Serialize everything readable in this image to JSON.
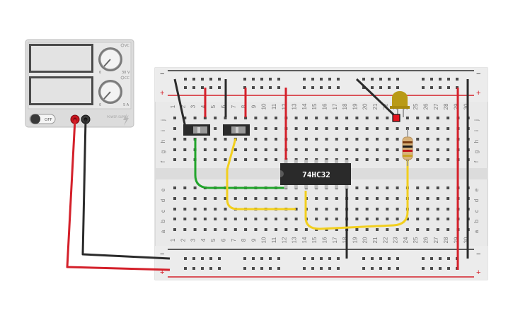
{
  "power_supply": {
    "switch_label": "OFF",
    "knob_voltage_label": "30 V",
    "knob_current_label": "5 A",
    "knob_min_label": "0",
    "brand_text": "POWER SUPPLY",
    "vc_label": "VC",
    "cc_label": "CC"
  },
  "chip": {
    "label": "74HC32"
  },
  "breadboard": {
    "column_count": 30,
    "top_row_letters": [
      "j",
      "i",
      "h",
      "g",
      "f"
    ],
    "bottom_row_letters": [
      "e",
      "d",
      "c",
      "b",
      "a"
    ],
    "rail_plus": "+",
    "rail_minus": "−"
  },
  "colors": {
    "red_wire": "#d4202a",
    "black_wire": "#2b2b2b",
    "green_wire": "#22a52c",
    "yellow_wire": "#f2cf1e",
    "chip_body": "#2a2a2a",
    "led": "#b99a16"
  },
  "icons": [
    "lightning-icon",
    "knob-icon"
  ]
}
